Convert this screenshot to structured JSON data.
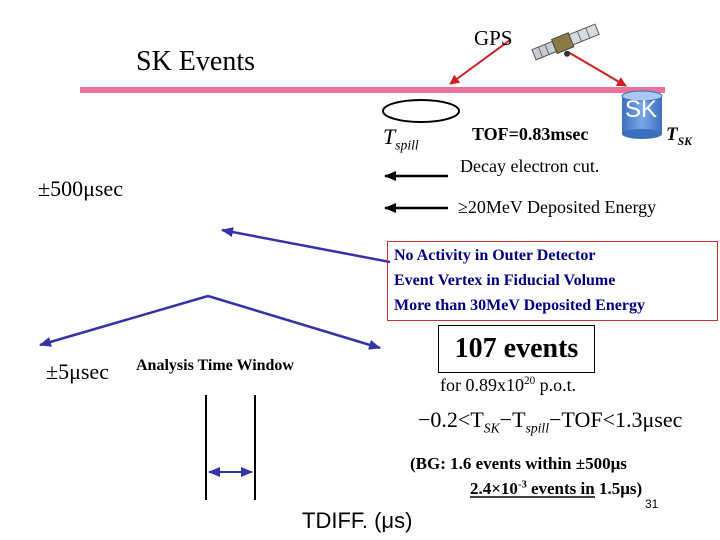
{
  "slide": {
    "title": "SK Events",
    "gps_label": "GPS",
    "sk_label": "SK",
    "t_spill": {
      "base": "T",
      "sub": "spill"
    },
    "t_sk": {
      "base": "T",
      "sub": "SK"
    },
    "tof": "TOF=0.83msec",
    "decay_cut": "Decay electron cut.",
    "window_500": "±500μsec",
    "energy_cut": "≥20MeV Deposited Energy",
    "criteria": [
      "No Activity in Outer Detector",
      "Event Vertex in Fiducial Volume",
      "More than 30MeV Deposited Energy"
    ],
    "events_count": "107 events",
    "pot": {
      "prefix": "for 0.89x10",
      "exp": "20",
      "suffix": " p.o.t."
    },
    "window_5": "±5μsec",
    "analysis_window": "Analysis Time Window",
    "condition": {
      "prefix": "−0.2<T",
      "sub1": "SK",
      "mid": "−T",
      "sub2": "spill",
      "suffix": "−TOF<1.3μsec"
    },
    "bg": {
      "line1": "(BG:  1.6 events within ±500μs",
      "line2_value": "2.4×10",
      "line2_exp": "-3",
      "line2_rest": " events in 1.5μs)"
    },
    "page_number": "31",
    "x_axis_label": "TDIFF. (μs)"
  },
  "colors": {
    "beam_line": "#e8739a",
    "arrow_red": "#cc2222",
    "arrow_blue": "#3333aa",
    "criteria_text": "#000080",
    "sk_cylinder": "#5a8fd6"
  }
}
